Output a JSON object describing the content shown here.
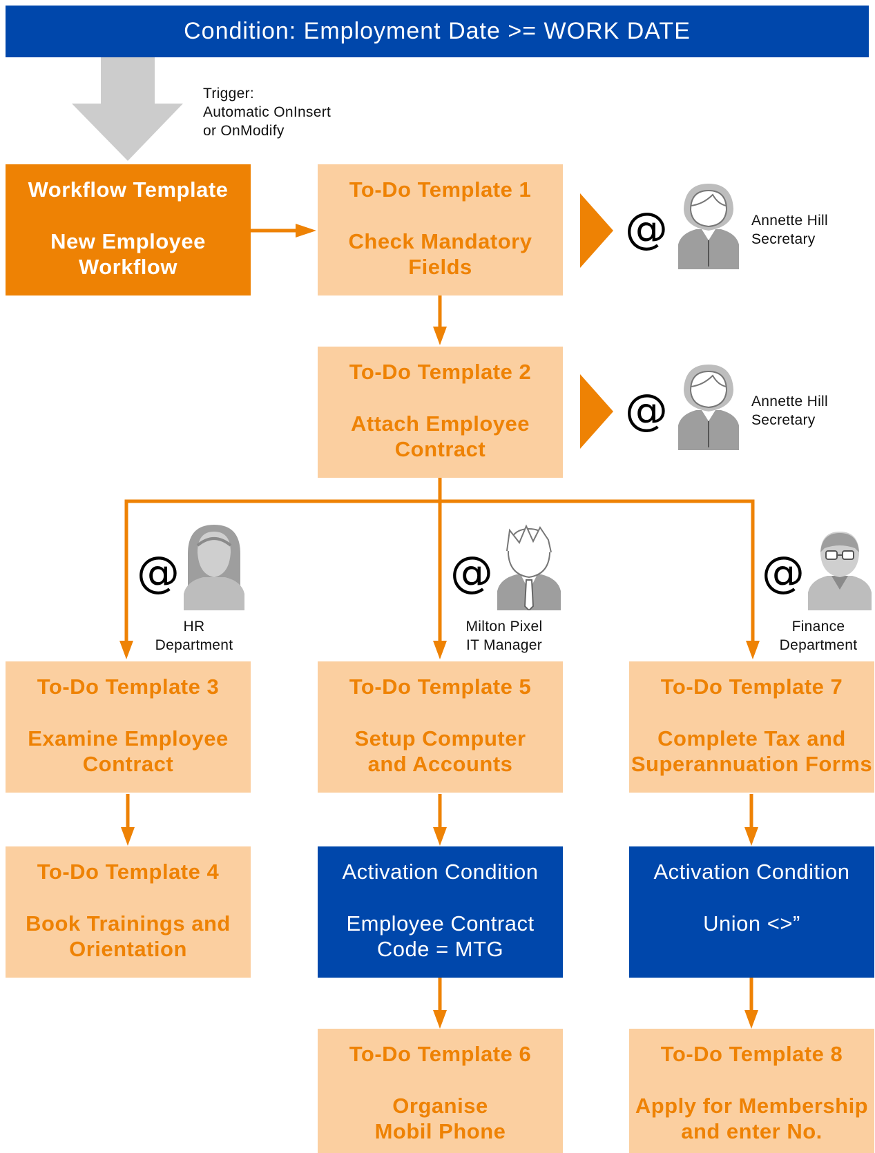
{
  "condition_banner": "Condition: Employment Date >= WORK DATE",
  "trigger": "Trigger:\nAutomatic OnInsert\nor OnModify",
  "colors": {
    "orange": "#EE8204",
    "light_orange": "#FBCFA0",
    "blue": "#0047AB",
    "gray": "#B3B3B3"
  },
  "workflow": {
    "title": "Workflow Template",
    "name": "New Employee\nWorkflow"
  },
  "todo1": {
    "title": "To-Do Template 1",
    "name": "Check Mandatory\nFields"
  },
  "todo2": {
    "title": "To-Do Template 2",
    "name": "Attach Employee\nContract"
  },
  "todo3": {
    "title": "To-Do Template 3",
    "name": "Examine Employee\nContract"
  },
  "todo4": {
    "title": "To-Do Template 4",
    "name": "Book Trainings and\nOrientation"
  },
  "todo5": {
    "title": "To-Do Template 5",
    "name": "Setup Computer\nand Accounts"
  },
  "todo6": {
    "title": "To-Do Template 6",
    "name": "Organise\nMobil Phone"
  },
  "todo7": {
    "title": "To-Do Template 7",
    "name": "Complete Tax and\nSuperannuation Forms"
  },
  "todo8": {
    "title": "To-Do Template 8",
    "name": "Apply for Membership\nand enter No."
  },
  "activation1": {
    "title": "Activation Condition",
    "name": "Employee Contract\nCode = MTG"
  },
  "activation2": {
    "title": "Activation Condition",
    "name": "Union <>”"
  },
  "at_symbol": "@",
  "assignees": {
    "secretary_1": "Annette Hill\nSecretary",
    "secretary_2": "Annette Hill\nSecretary",
    "hr": "HR\nDepartment",
    "it": "Milton Pixel\nIT Manager",
    "finance": "Finance\nDepartment"
  }
}
